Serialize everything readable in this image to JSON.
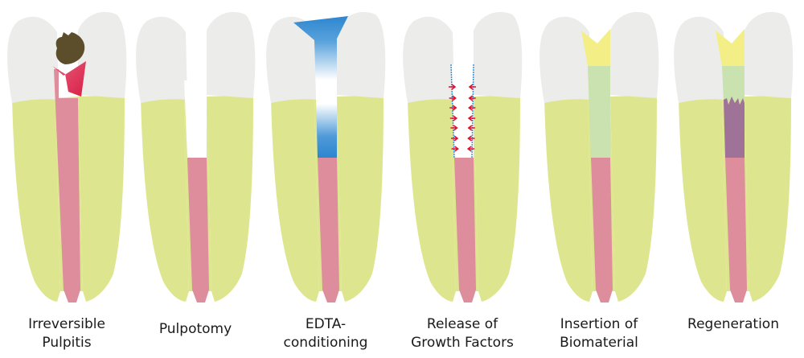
{
  "figure": {
    "title": "Regenerative endodontic procedure stages",
    "colors": {
      "enamel": "#ecedea",
      "dentin": "#dde68f",
      "pulp": "#dd8d9b",
      "inflamed_pulp": "#d81f47",
      "caries": "#5c4e2b",
      "edta": "#2d86cf",
      "coronal_seal": "#f3ef86",
      "biomaterial": "#c9e2b0",
      "regenerated_tissue": "#9f7397",
      "growth_factor_arrow": "#e0102e",
      "growth_factor_wall": "#3b93d6"
    },
    "stages": [
      {
        "id": "irreversible-pulpitis",
        "lines": [
          "Irreversible",
          "Pulpitis"
        ]
      },
      {
        "id": "pulpotomy",
        "lines": [
          "Pulpotomy"
        ]
      },
      {
        "id": "edta-conditioning",
        "lines": [
          "EDTA-",
          "conditioning"
        ]
      },
      {
        "id": "release-of-growth-factors",
        "lines": [
          "Release of",
          "Growth Factors"
        ]
      },
      {
        "id": "insertion-of-biomaterial",
        "lines": [
          "Insertion of",
          "Biomaterial"
        ]
      },
      {
        "id": "regeneration",
        "lines": [
          "Regeneration"
        ]
      }
    ]
  }
}
